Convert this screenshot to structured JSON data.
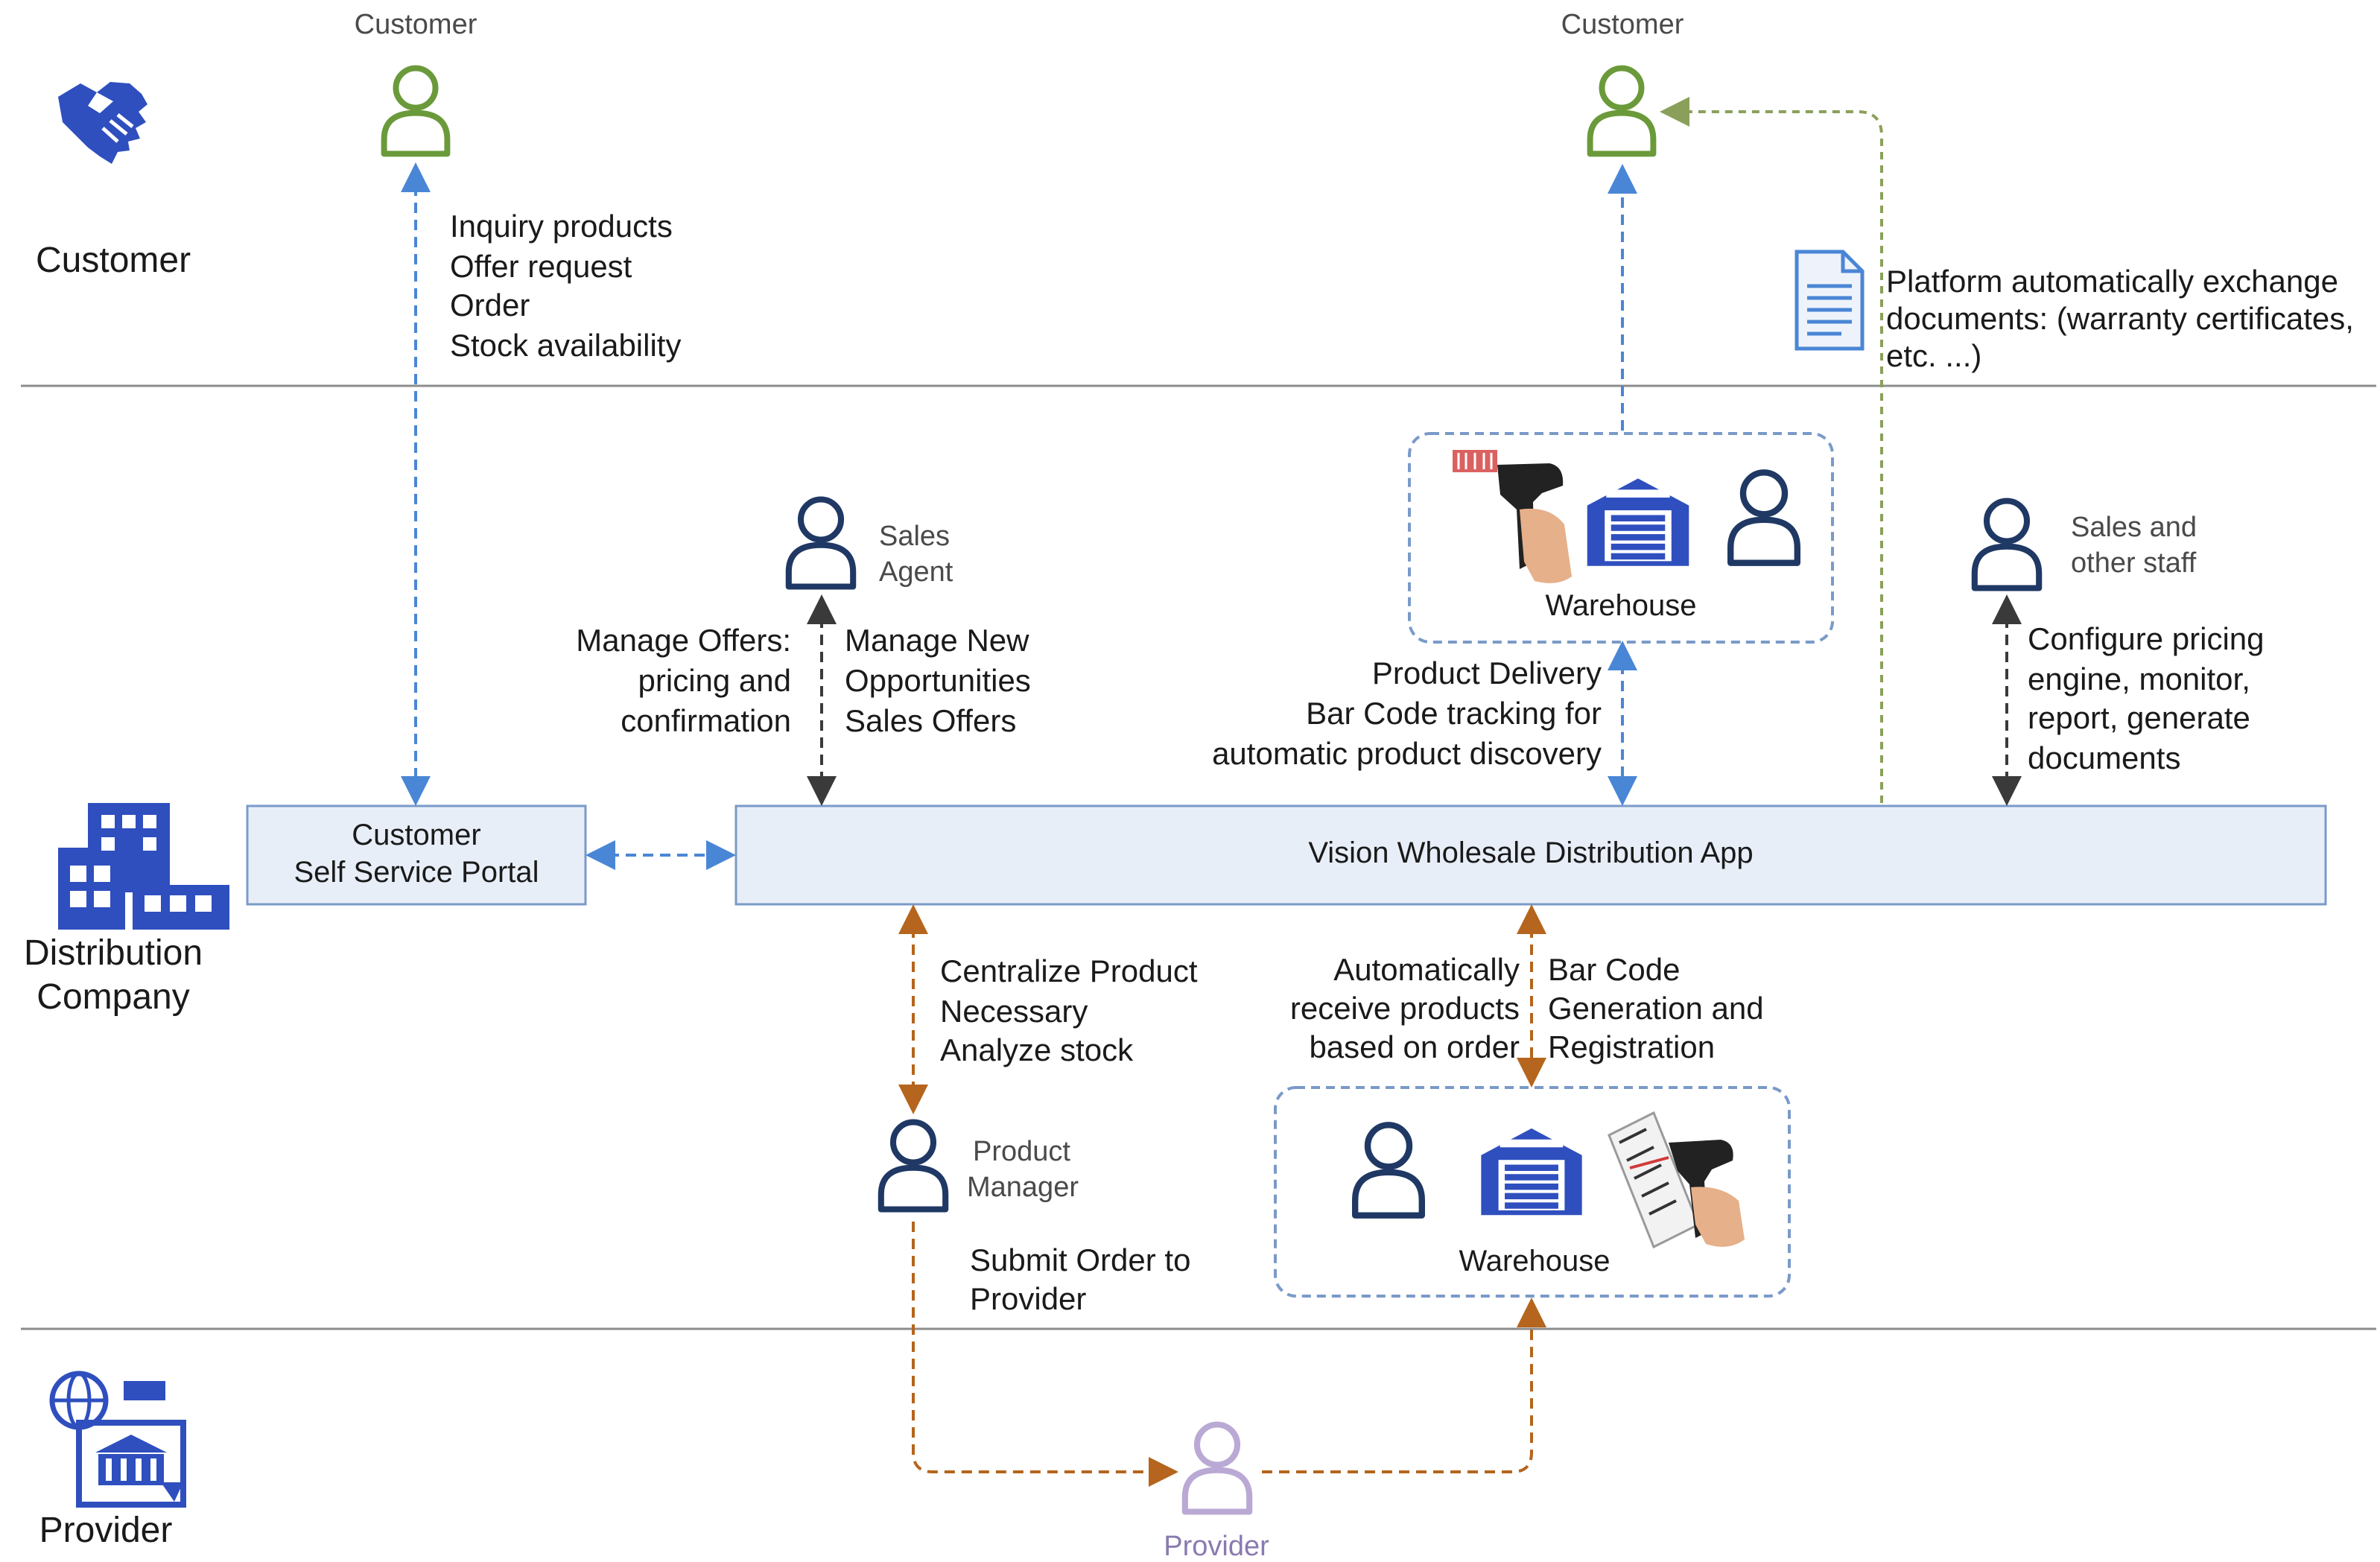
{
  "lanes": {
    "customer": "Customer",
    "distribution_line1": "Distribution",
    "distribution_line2": "Company",
    "provider": "Provider"
  },
  "actors": {
    "customer_left": "Customer",
    "customer_right": "Customer",
    "sales_agent_line1": "Sales",
    "sales_agent_line2": "Agent",
    "sales_staff_line1": "Sales and",
    "sales_staff_line2": "other staff",
    "product_manager_line1": "Product",
    "product_manager_line2": "Manager",
    "provider": "Provider"
  },
  "boxes": {
    "portal_line1": "Customer",
    "portal_line2": "Self Service Portal",
    "app": "Vision Wholesale Distribution App",
    "warehouse_top": "Warehouse",
    "warehouse_bottom": "Warehouse"
  },
  "labels": {
    "customer_inquiry": [
      "Inquiry products",
      "Offer request",
      "Order",
      "Stock availability"
    ],
    "platform_docs": [
      "Platform automatically exchange",
      "documents: (warranty certificates,",
      "etc. ...)"
    ],
    "manage_offers": [
      "Manage Offers:",
      "pricing and",
      "confirmation"
    ],
    "manage_new": [
      "Manage New",
      "Opportunities",
      "Sales Offers"
    ],
    "product_delivery": [
      "Product Delivery",
      "Bar Code tracking for",
      "automatic product discovery"
    ],
    "configure": [
      "Configure pricing",
      "engine, monitor,",
      "report, generate",
      "documents"
    ],
    "centralize": [
      "Centralize Product",
      "Necessary",
      "Analyze stock"
    ],
    "auto_receive": [
      "Automatically",
      "receive products",
      "based on order"
    ],
    "barcode_gen": [
      "Bar Code",
      "Generation and",
      "Registration"
    ],
    "submit_order": [
      "Submit Order to",
      "Provider"
    ]
  },
  "colors": {
    "customer_actor": "#6a9a3a",
    "staff_actor": "#1f3864",
    "provider_actor": "#b9a9d4",
    "blue_arrow": "#4a86d6",
    "dark_arrow": "#3a3a3a",
    "brown_arrow": "#b5651d",
    "green_arrow": "#8aa05a",
    "box_fill": "#e8eef8",
    "box_stroke": "#7a9ac8",
    "icon_blue": "#2f4fbf"
  },
  "icons": {
    "customer_lane": "handshake-icon",
    "distribution_lane": "office-building-icon",
    "provider_lane": "provider-globe-building-icon",
    "document": "document-icon",
    "warehouse": "warehouse-icon",
    "scanner": "barcode-scanner-icon"
  }
}
